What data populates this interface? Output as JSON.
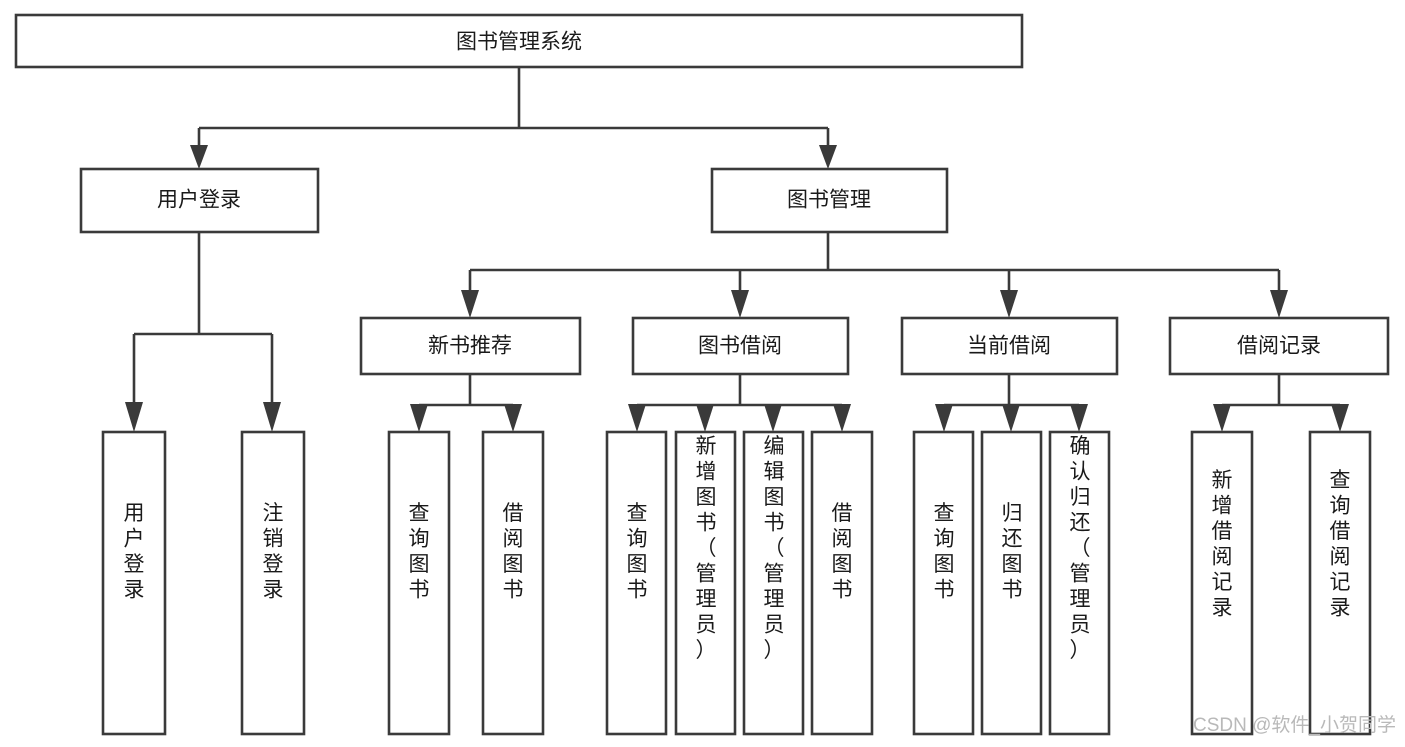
{
  "diagram": {
    "title": "图书管理系统",
    "watermark": "CSDN @软件_小贺同学",
    "colors": {
      "stroke": "#3a3a3a",
      "box_fill": "#ffffff",
      "text": "#1a1a1a",
      "background": "#ffffff",
      "watermark": "#b9b9b9"
    },
    "levels": {
      "root": {
        "label": "图书管理系统",
        "orientation": "horizontal"
      },
      "level2": [
        {
          "label": "用户登录",
          "orientation": "horizontal"
        },
        {
          "label": "图书管理",
          "orientation": "horizontal"
        }
      ],
      "level3": [
        {
          "label": "新书推荐",
          "orientation": "horizontal"
        },
        {
          "label": "图书借阅",
          "orientation": "horizontal"
        },
        {
          "label": "当前借阅",
          "orientation": "horizontal"
        },
        {
          "label": "借阅记录",
          "orientation": "horizontal"
        }
      ],
      "leaves": {
        "user_login_children": [
          {
            "label": "用户登录",
            "orientation": "vertical"
          },
          {
            "label": "注销登录",
            "orientation": "vertical"
          }
        ],
        "new_book_children": [
          {
            "label": "查询图书",
            "orientation": "vertical"
          },
          {
            "label": "借阅图书",
            "orientation": "vertical"
          }
        ],
        "book_borrow_children": [
          {
            "label": "查询图书",
            "orientation": "vertical"
          },
          {
            "label": "新增图书（管理员）",
            "orientation": "vertical"
          },
          {
            "label": "编辑图书（管理员）",
            "orientation": "vertical"
          },
          {
            "label": "借阅图书",
            "orientation": "vertical"
          }
        ],
        "current_borrow_children": [
          {
            "label": "查询图书",
            "orientation": "vertical"
          },
          {
            "label": "归还图书",
            "orientation": "vertical"
          },
          {
            "label": "确认归还（管理员）",
            "orientation": "vertical"
          }
        ],
        "borrow_record_children": [
          {
            "label": "新增借阅记录",
            "orientation": "vertical"
          },
          {
            "label": "查询借阅记录",
            "orientation": "vertical"
          }
        ]
      }
    }
  }
}
